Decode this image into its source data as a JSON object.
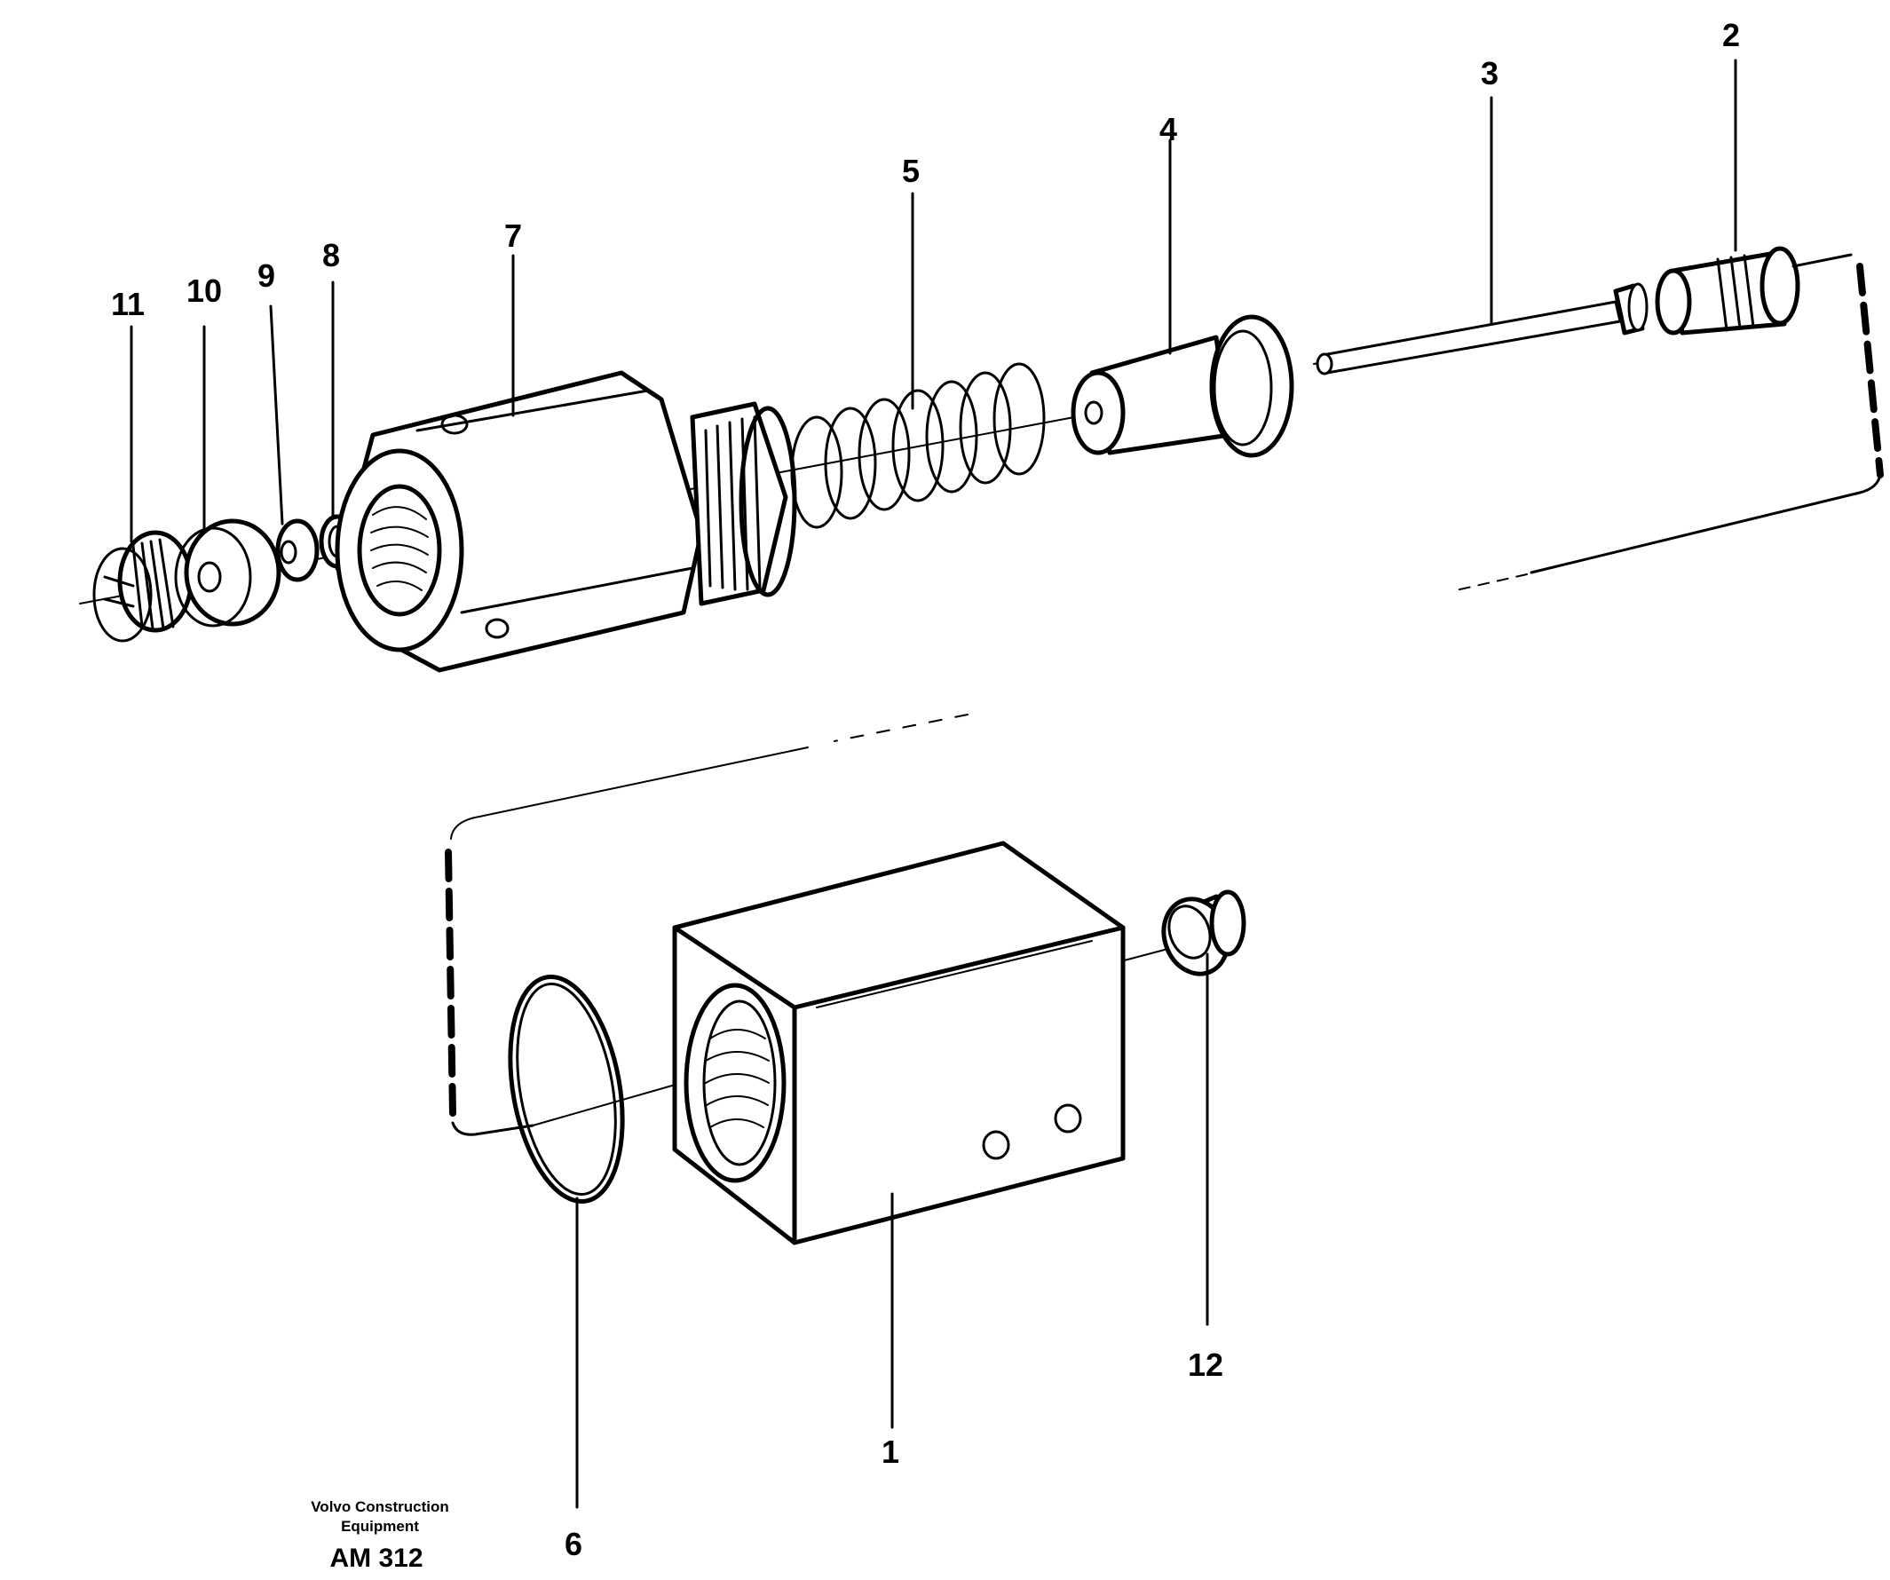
{
  "callouts": {
    "c1": "1",
    "c2": "2",
    "c3": "3",
    "c4": "4",
    "c5": "5",
    "c6": "6",
    "c7": "7",
    "c8": "8",
    "c9": "9",
    "c10": "10",
    "c11": "11",
    "c12": "12"
  },
  "caption": {
    "line1": "Volvo Construction",
    "line2": "Equipment",
    "code": "AM 312"
  }
}
